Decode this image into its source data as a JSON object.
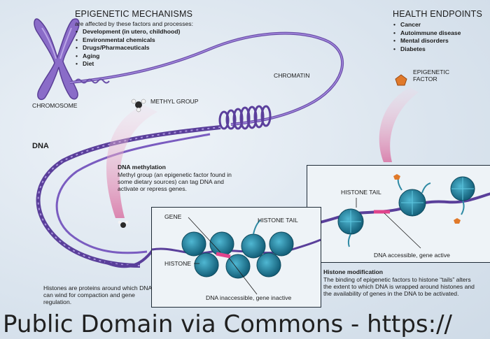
{
  "epigenetic": {
    "title": "EPIGENETIC MECHANISMS",
    "subtitle": "are affected by these factors and processes:",
    "factors": [
      "Development (in utero, childhood)",
      "Environmental chemicals",
      "Drugs/Pharmaceuticals",
      "Aging",
      "Diet"
    ]
  },
  "health": {
    "title": "HEALTH ENDPOINTS",
    "items": [
      "Cancer",
      "Autoimmune disease",
      "Mental disorders",
      "Diabetes"
    ]
  },
  "labels": {
    "chromosome": "CHROMOSOME",
    "chromatin": "CHROMATIN",
    "methyl_group": "METHYL GROUP",
    "epigenetic_factor_line1": "EPIGENETIC",
    "epigenetic_factor_line2": "FACTOR",
    "dna": "DNA",
    "histone_tail_right": "HISTONE TAIL",
    "histone_tail_center": "HISTONE TAIL",
    "gene": "GENE",
    "histone": "HISTONE",
    "dna_inaccessible": "DNA inaccessible, gene inactive",
    "dna_accessible": "DNA accessible, gene active"
  },
  "methylation": {
    "title": "DNA methylation",
    "body": "Methyl group (an epigenetic factor found in some dietary sources) can tag DNA and activate or repress genes."
  },
  "histones_note": "Histones are proteins around which DNA can wind for compaction and gene regulation.",
  "histone_mod": {
    "title": "Histone modification",
    "body": "The binding of epigenetic factors to histone “tails” alters the extent to which DNA is wrapped around histones and the availability of genes in the DNA to be activated."
  },
  "watermark": "Public Domain via Commons - https://",
  "colors": {
    "dna_purple": "#6a4fa8",
    "histone_teal": "#1f7f9a",
    "factor_orange": "#e0792a",
    "gene_pink": "#e0448c",
    "arrow_pink": "#e4a9c4"
  }
}
